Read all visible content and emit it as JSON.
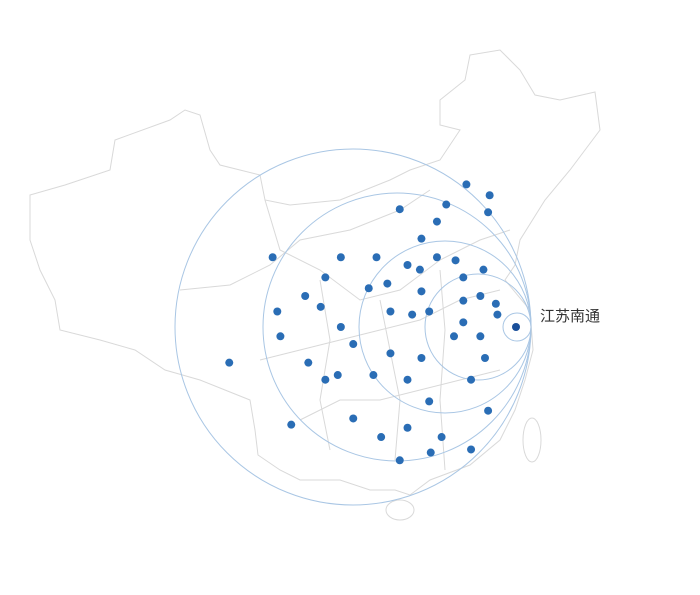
{
  "map": {
    "border_color": "#d9d9d9",
    "point_color": "#2a6db5",
    "ring_color": "#a9c6e4",
    "origin": {
      "name": "江苏南通",
      "lon": 120.9,
      "lat": 32.0,
      "color": "#1a4f9a"
    },
    "points": [
      [
        117.7,
        41.2
      ],
      [
        119.2,
        40.5
      ],
      [
        116.4,
        39.9
      ],
      [
        119.1,
        39.4
      ],
      [
        113.4,
        39.6
      ],
      [
        115.8,
        38.8
      ],
      [
        114.8,
        37.7
      ],
      [
        105.2,
        36.5
      ],
      [
        109.6,
        36.5
      ],
      [
        111.9,
        36.5
      ],
      [
        113.9,
        36.0
      ],
      [
        114.7,
        35.7
      ],
      [
        115.8,
        36.5
      ],
      [
        117.0,
        36.3
      ],
      [
        118.8,
        35.7
      ],
      [
        108.6,
        35.2
      ],
      [
        117.5,
        35.2
      ],
      [
        112.6,
        34.8
      ],
      [
        111.4,
        34.5
      ],
      [
        114.8,
        34.3
      ],
      [
        107.3,
        34.0
      ],
      [
        117.5,
        33.7
      ],
      [
        118.6,
        34.0
      ],
      [
        119.6,
        33.5
      ],
      [
        108.3,
        33.3
      ],
      [
        105.5,
        33.0
      ],
      [
        112.8,
        33.0
      ],
      [
        114.2,
        32.8
      ],
      [
        115.3,
        33.0
      ],
      [
        119.7,
        32.8
      ],
      [
        117.5,
        32.3
      ],
      [
        109.6,
        32.0
      ],
      [
        105.7,
        31.4
      ],
      [
        116.9,
        31.4
      ],
      [
        118.6,
        31.4
      ],
      [
        110.4,
        30.9
      ],
      [
        112.8,
        30.3
      ],
      [
        114.8,
        30.0
      ],
      [
        118.9,
        30.0
      ],
      [
        102.4,
        29.7
      ],
      [
        107.5,
        29.7
      ],
      [
        109.4,
        28.9
      ],
      [
        108.6,
        28.6
      ],
      [
        111.7,
        28.9
      ],
      [
        113.9,
        28.6
      ],
      [
        118.0,
        28.6
      ],
      [
        115.3,
        27.2
      ],
      [
        119.1,
        26.6
      ],
      [
        110.4,
        26.1
      ],
      [
        106.4,
        25.7
      ],
      [
        113.9,
        25.5
      ],
      [
        112.2,
        24.9
      ],
      [
        116.1,
        24.9
      ],
      [
        118.0,
        24.1
      ],
      [
        115.4,
        23.9
      ],
      [
        113.4,
        23.4
      ]
    ]
  }
}
